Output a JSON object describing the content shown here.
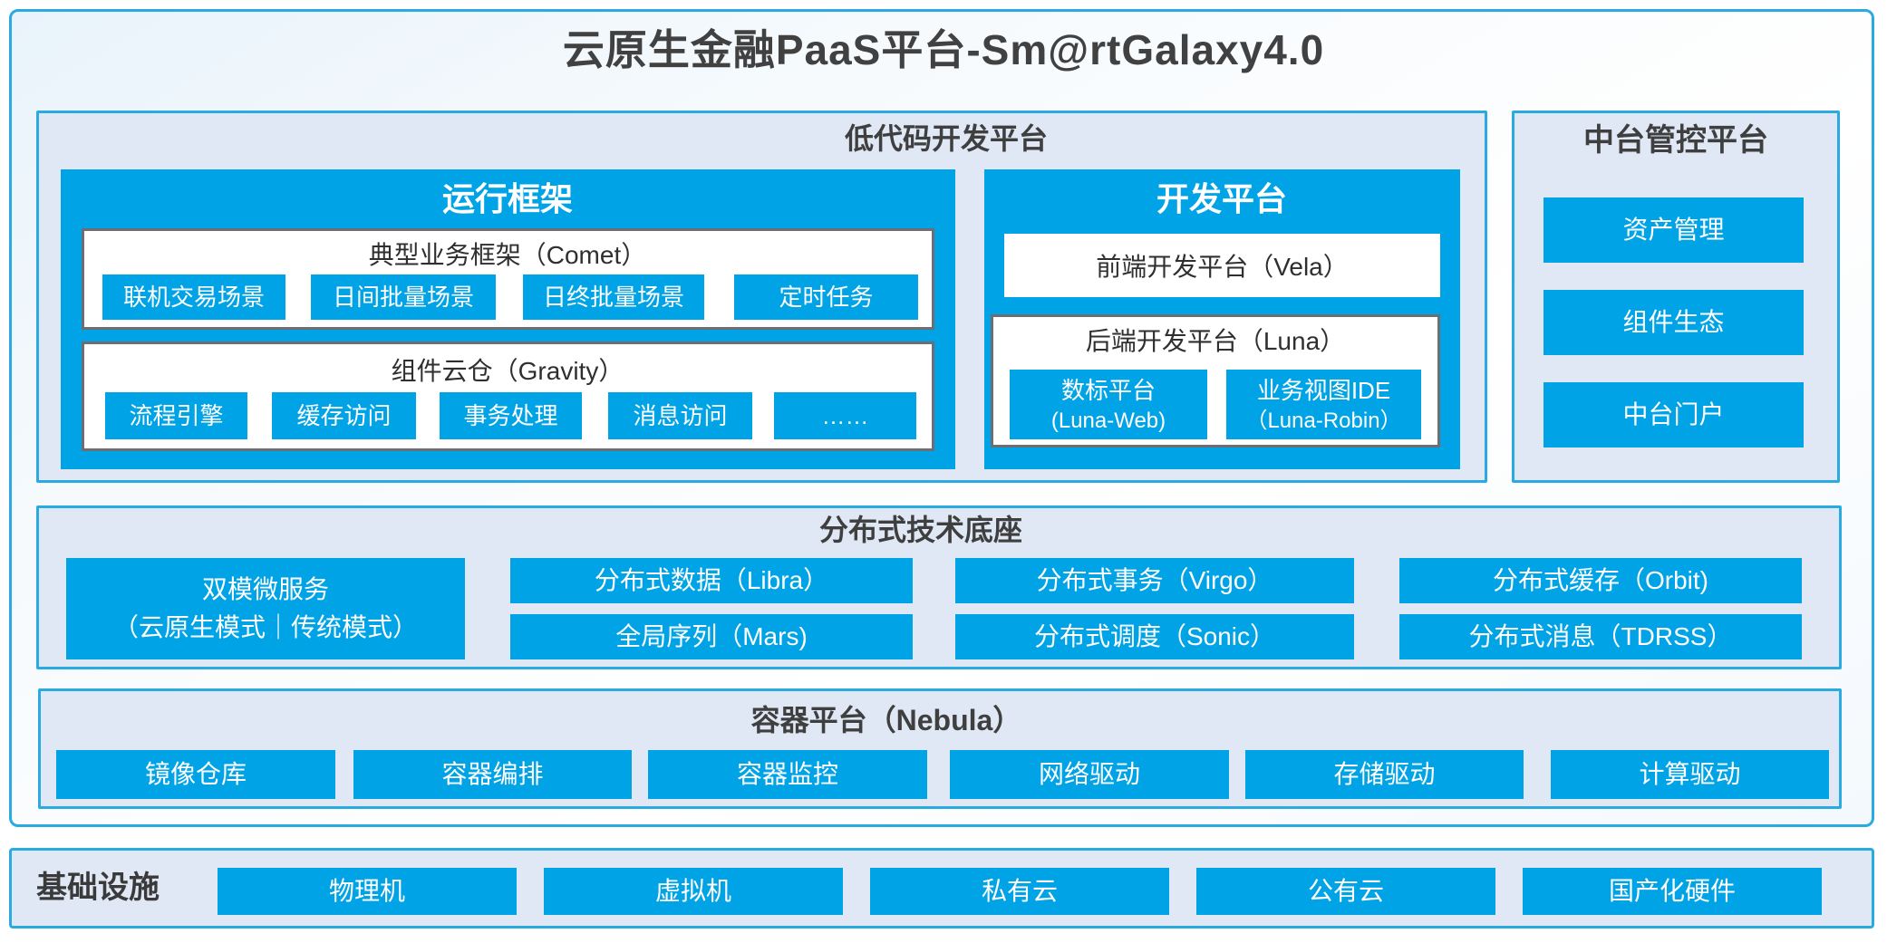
{
  "title": "云原生金融PaaS平台-Sm@rtGalaxy4.0",
  "colors": {
    "accent_blue": "#00a3e6",
    "panel_border": "#29abe2",
    "panel_bg": "#dfe8f4",
    "frame_border": "#6d6e71",
    "text_dark": "#3f3f3f",
    "text_white": "#ffffff",
    "canvas_bg": "#ffffff"
  },
  "lowcode": {
    "title": "低代码开发平台",
    "run": {
      "title": "运行框架",
      "comet": {
        "title": "典型业务框架（Comet）",
        "chips": [
          "联机交易场景",
          "日间批量场景",
          "日终批量场景",
          "定时任务"
        ]
      },
      "gravity": {
        "title": "组件云仓（Gravity）",
        "chips": [
          "流程引擎",
          "缓存访问",
          "事务处理",
          "消息访问",
          "……"
        ]
      }
    },
    "dev": {
      "title": "开发平台",
      "vela": "前端开发平台（Vela）",
      "luna": {
        "title": "后端开发平台（Luna）",
        "chips": [
          {
            "line1": "数标平台",
            "line2": "(Luna-Web)"
          },
          {
            "line1": "业务视图IDE",
            "line2": "（Luna-Robin）"
          }
        ]
      }
    }
  },
  "mid": {
    "title": "中台管控平台",
    "items": [
      "资产管理",
      "组件生态",
      "中台门户"
    ]
  },
  "dist": {
    "title": "分布式技术底座",
    "dual": {
      "line1": "双模微服务",
      "line2": "（云原生模式｜传统模式）"
    },
    "columns": [
      {
        "top": "分布式数据（Libra）",
        "bottom": "全局序列（Mars)"
      },
      {
        "top": "分布式事务（Virgo）",
        "bottom": "分布式调度（Sonic）"
      },
      {
        "top": "分布式缓存（Orbit)",
        "bottom": "分布式消息（TDRSS）"
      }
    ]
  },
  "nebula": {
    "title": "容器平台（Nebula）",
    "items": [
      "镜像仓库",
      "容器编排",
      "容器监控",
      "网络驱动",
      "存储驱动",
      "计算驱动"
    ]
  },
  "infra": {
    "title": "基础设施",
    "items": [
      "物理机",
      "虚拟机",
      "私有云",
      "公有云",
      "国产化硬件"
    ]
  }
}
